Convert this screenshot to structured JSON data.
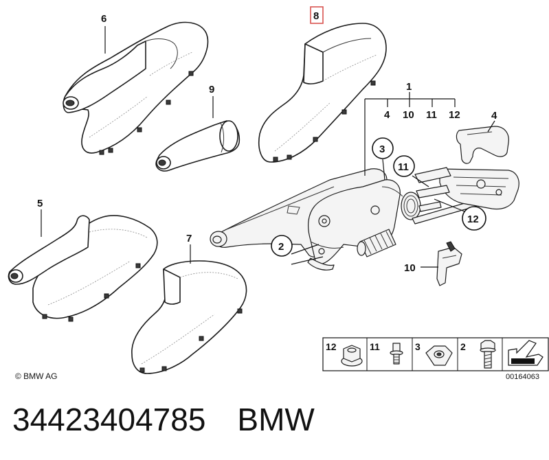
{
  "callouts": {
    "p6": "6",
    "p8": "8",
    "p9": "9",
    "p5": "5",
    "p7": "7",
    "p1": "1",
    "p4_group": "4",
    "p10_group": "10",
    "p11_group": "11",
    "p12_group": "12",
    "p4": "4",
    "p3": "3",
    "p11": "11",
    "p2": "2",
    "p12": "12",
    "p10": "10"
  },
  "hardware_table": {
    "cells": [
      {
        "number": "12",
        "icon": "hex-nut-flange-icon"
      },
      {
        "number": "11",
        "icon": "stud-bolt-icon"
      },
      {
        "number": "3",
        "icon": "hex-collar-nut-icon"
      },
      {
        "number": "2",
        "icon": "hex-bolt-icon"
      }
    ],
    "arrow_icon": "assembly-arrow-icon"
  },
  "copyright": "© BMW AG",
  "document_number": "00164063",
  "part_number": "34423404785",
  "brand": "BMW",
  "colors": {
    "highlight_box": "#d9534f",
    "ink": "#111111",
    "background": "#ffffff"
  }
}
